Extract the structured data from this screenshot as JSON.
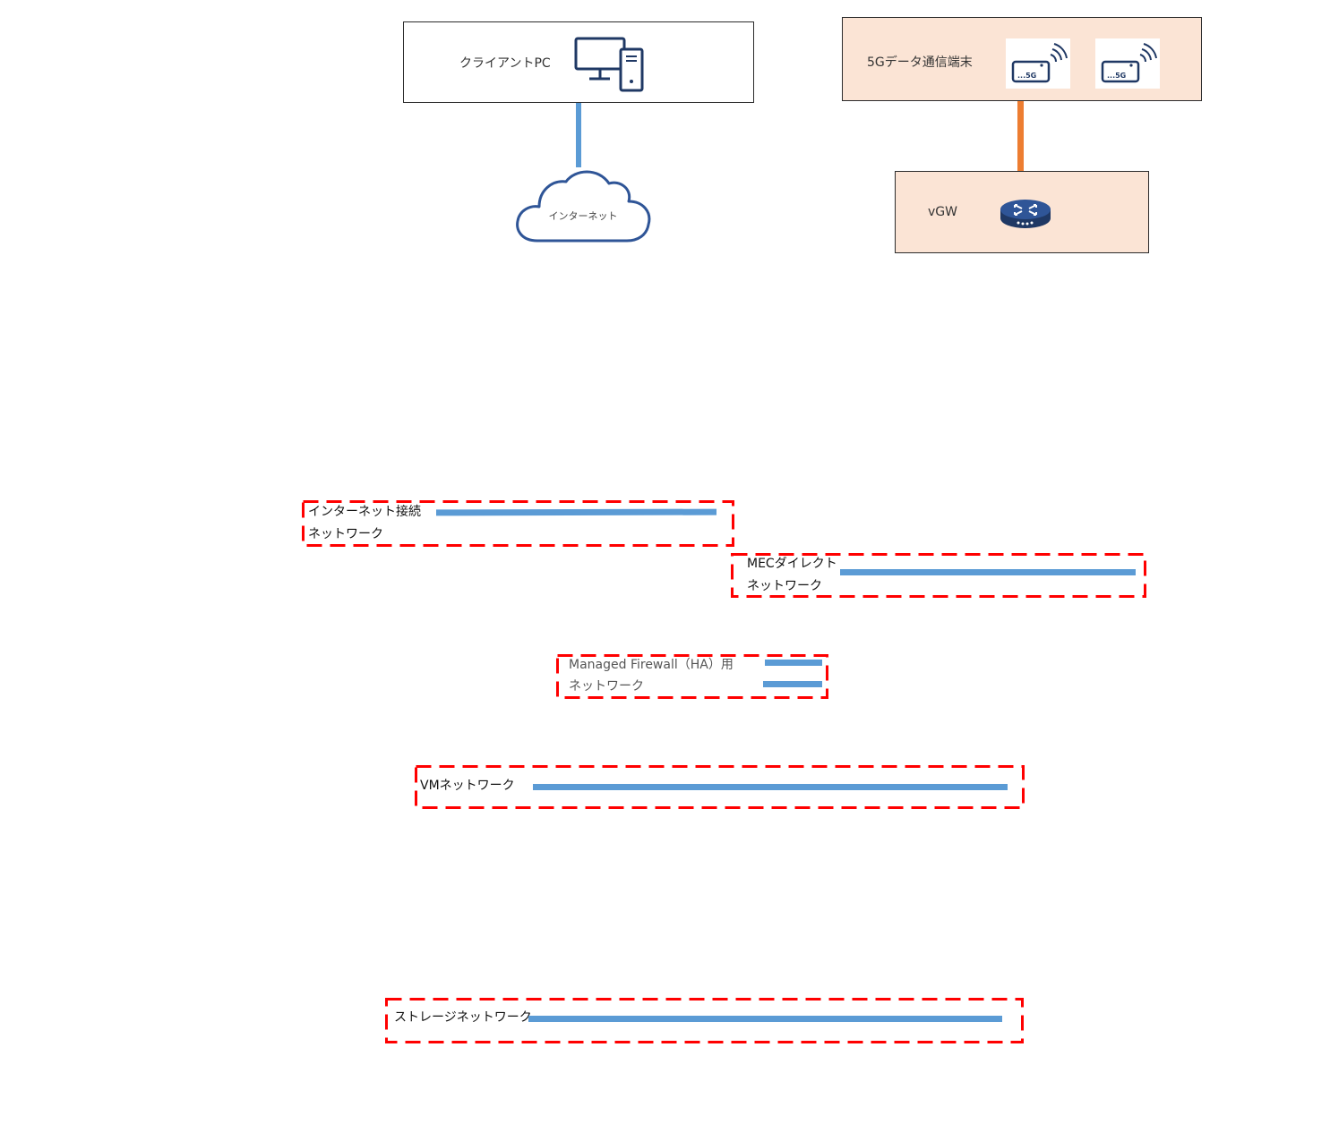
{
  "nodes": {
    "client": {
      "label": "クライアントPC",
      "icon": "desktop-pc-icon"
    },
    "internet": {
      "label": "インターネット",
      "icon": "cloud-icon"
    },
    "fiveg": {
      "label": "5Gデータ通信端末",
      "icons": [
        "5g-router-icon",
        "5g-router-icon"
      ],
      "device_text": "...5G"
    },
    "vgw": {
      "label": "vGW",
      "icon": "router-icon"
    }
  },
  "networks": {
    "internet_connection": {
      "line1": "インターネット接続",
      "line2": "ネットワーク"
    },
    "mec_direct": {
      "line1": "MECダイレクト",
      "line2": "ネットワーク"
    },
    "managed_firewall": {
      "line1": "Managed Firewall（HA）用",
      "line2": "ネットワーク"
    },
    "vm": {
      "label": "VMネットワーク"
    },
    "storage": {
      "label": "ストレージネットワーク"
    }
  },
  "colors": {
    "network_line": "#5b9bd5",
    "link_5g": "#ed7d31",
    "dashed_border": "#ff0000",
    "fiveg_fill": "#fbe4d5",
    "icon_navy": "#1f3864"
  }
}
